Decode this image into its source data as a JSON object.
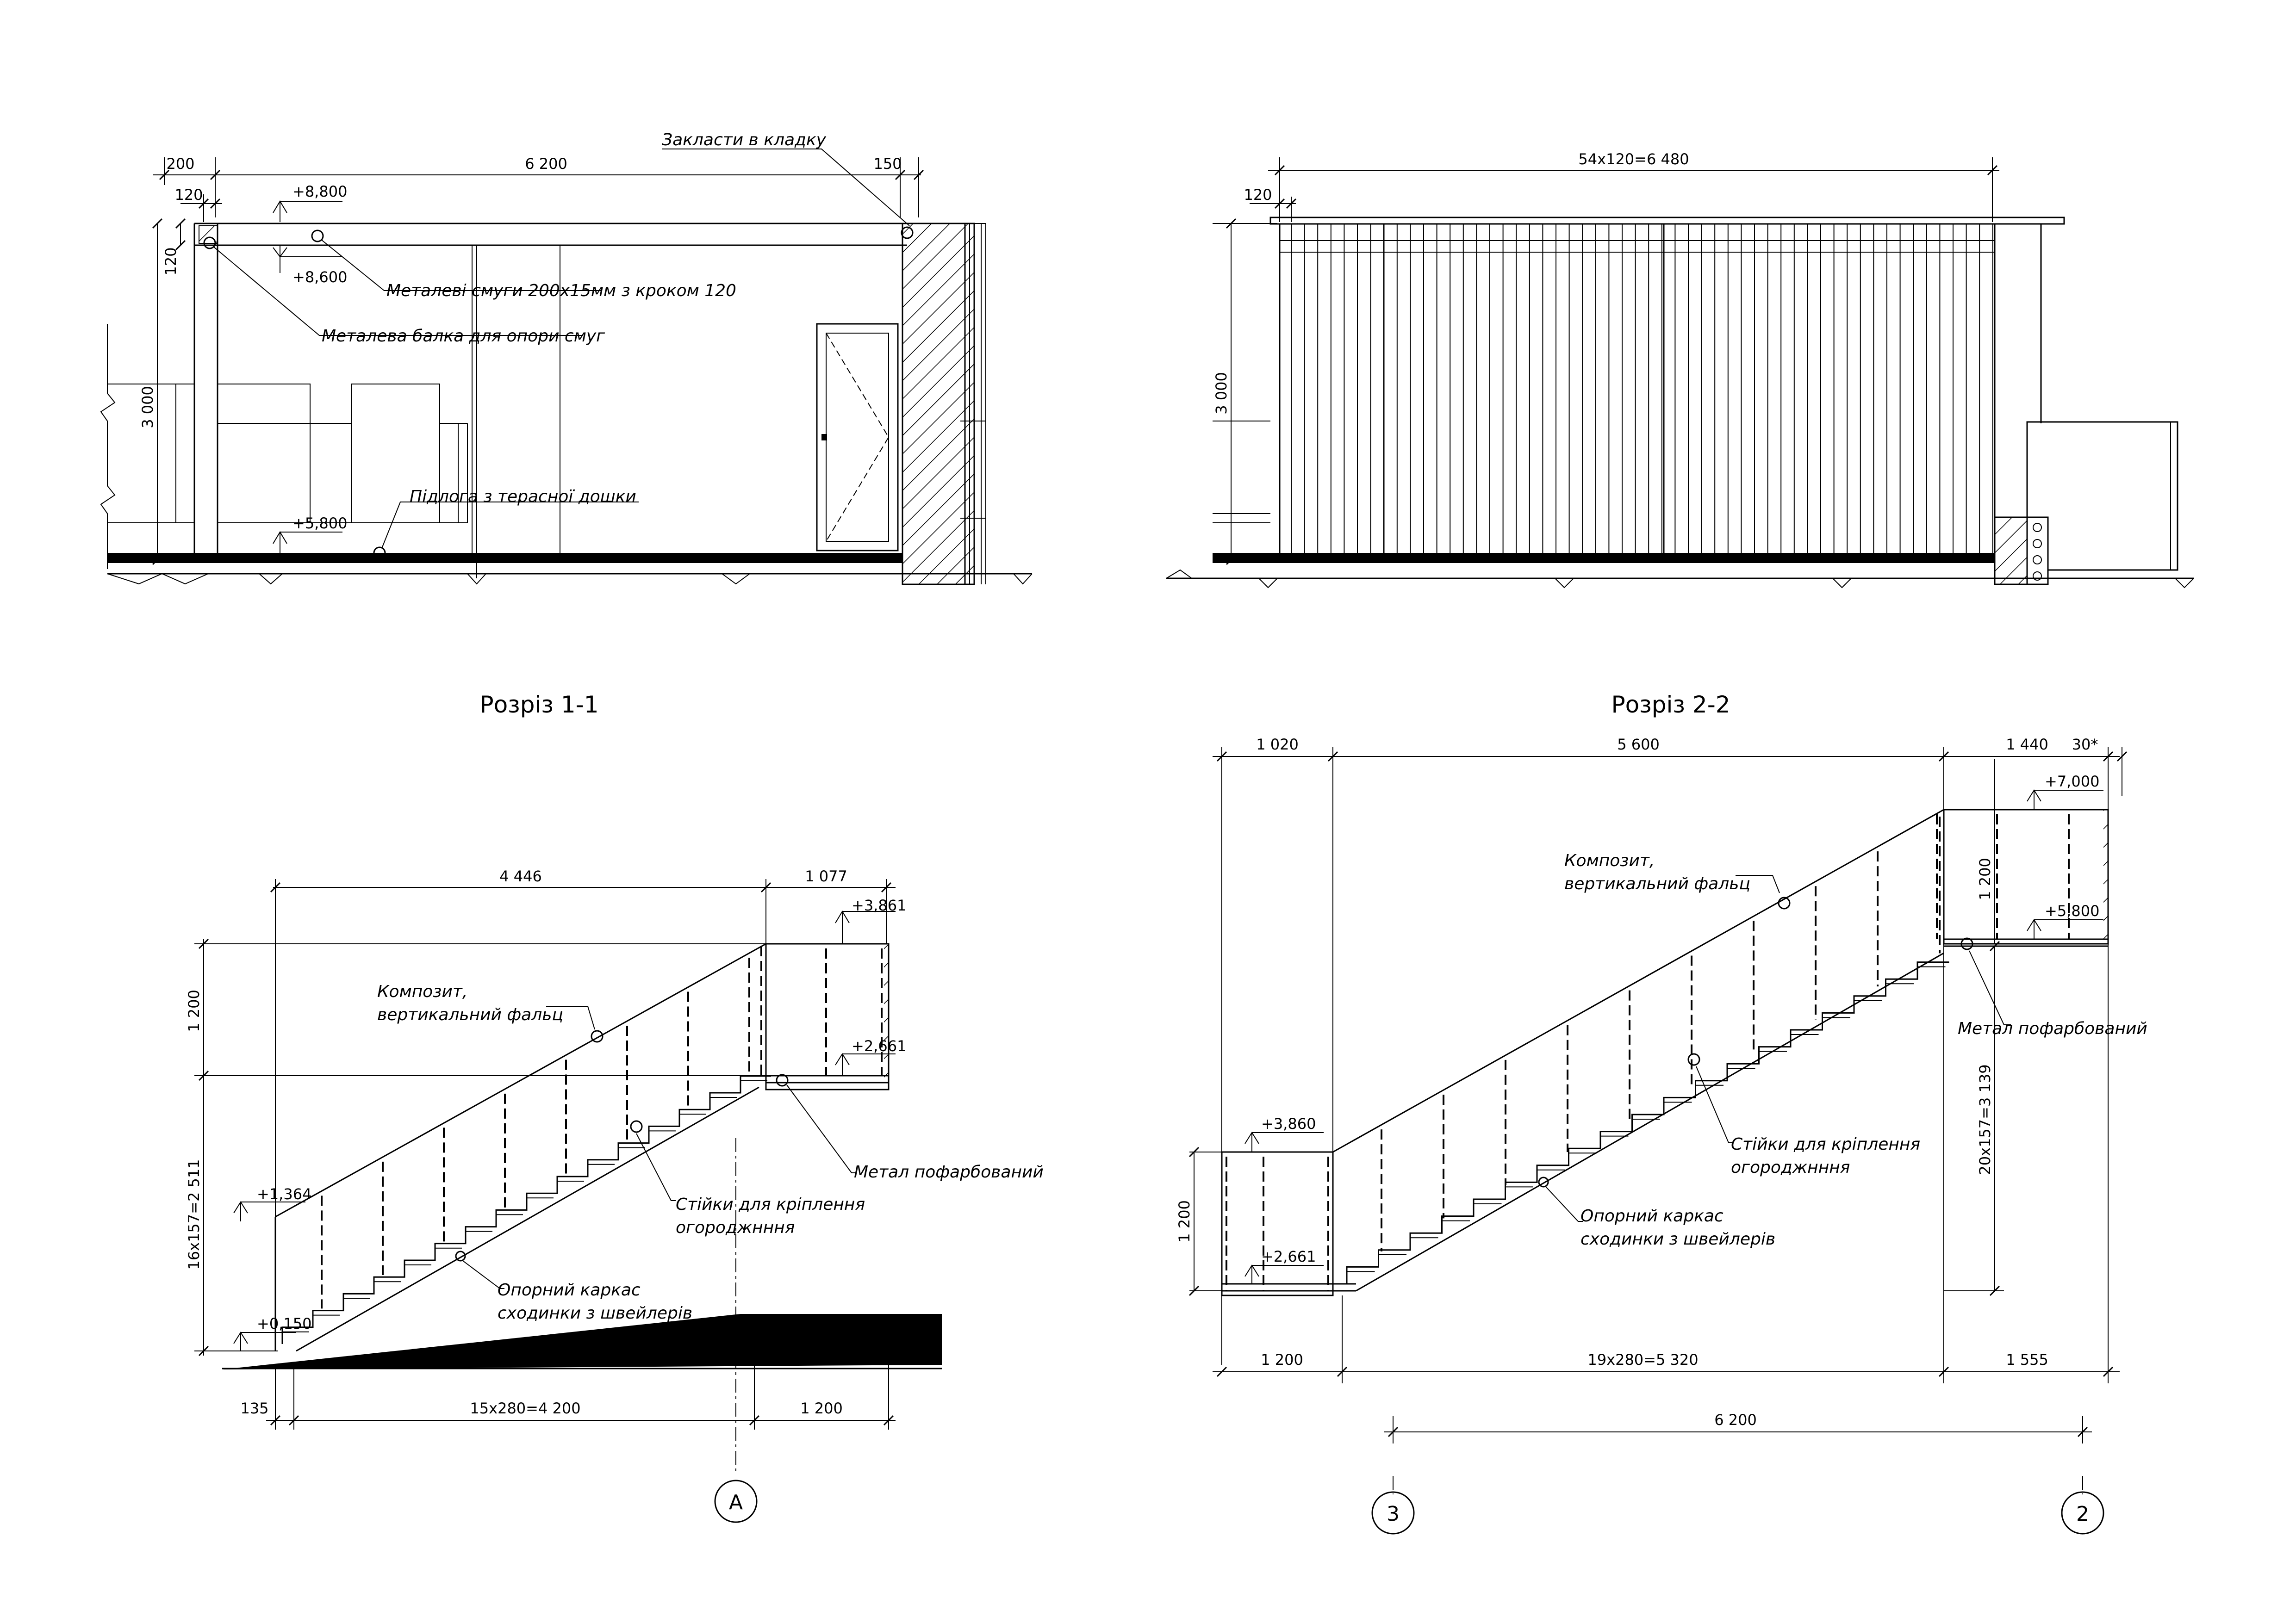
{
  "section11": {
    "dims": {
      "d200": "200",
      "d6200": "6 200",
      "d150": "150",
      "d120a": "120",
      "d120b": "120",
      "d3000": "3 000"
    },
    "levels": {
      "top": "+8,800",
      "beam": "+8,600",
      "floor": "+5,800"
    },
    "notes": {
      "embed": "Закласти в кладку",
      "strips": "Металеві смуги 200х15мм з кроком 120",
      "beam": "Металева балка для опори смуг",
      "floor": "Підлога з терасної дошки"
    },
    "title": "Розріз 1-1"
  },
  "section22": {
    "dims": {
      "d6480": "54х120=6 480",
      "d120": "120",
      "d3000": "3 000"
    },
    "title": "Розріз 2-2"
  },
  "stair1": {
    "dims": {
      "d4446": "4 446",
      "d1077": "1 077",
      "d1200v": "1 200",
      "d2511": "16х157=2 511",
      "d135": "135",
      "d4200": "15х280=4 200",
      "d1200h": "1 200"
    },
    "levels": {
      "l3861": "+3,861",
      "l2661": "+2,661",
      "l1364": "+1,364",
      "l0150": "+0,150"
    },
    "notes": {
      "comp1": "Композит,",
      "comp2": "вертикальний фальц",
      "metal": "Метал пофарбований",
      "post1": "Стійки для кріплення",
      "post2": "огороджнння",
      "frame1": "Опорний каркас",
      "frame2": "сходинки з швейлерів"
    },
    "axis": "А"
  },
  "stair2": {
    "dims": {
      "d1020": "1 020",
      "d5600": "5 600",
      "d1440": "1 440",
      "d30": "30*",
      "d1200top": "1 200",
      "d3139": "20х157=3 139",
      "d1200left": "1 200",
      "d1200b": "1 200",
      "d5320": "19х280=5 320",
      "d1555": "1 555",
      "d6200": "6 200"
    },
    "levels": {
      "l7000": "+7,000",
      "l5800": "+5,800",
      "l3860": "+3,860",
      "l2661": "+2,661"
    },
    "notes": {
      "comp1": "Композит,",
      "comp2": "вертикальний фальц",
      "metal": "Метал пофарбований",
      "post1": "Стійки для кріплення",
      "post2": "огороджнння",
      "frame1": "Опорний каркас",
      "frame2": "сходинки з швейлерів"
    },
    "axis3": "3",
    "axis2": "2"
  }
}
